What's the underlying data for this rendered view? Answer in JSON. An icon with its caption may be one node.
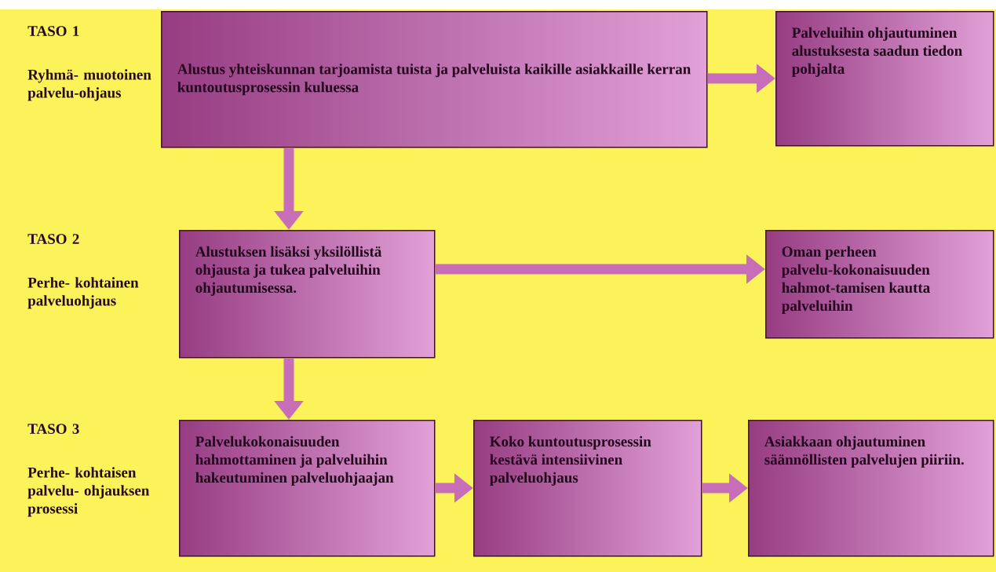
{
  "diagram": {
    "nodes": [
      {
        "text": [
          "Alustus yhteiskunnan tarjoamista tuista ja palveluista kaikille asiakkaille kerran kuntoutusprosessin kuluessa"
        ]
      },
      {
        "text": [
          "Palveluihin ohjautuminen alustuksesta saadun tiedon pohjalta"
        ]
      },
      {
        "text": [
          "Alustuksen lisäksi yksilöllistä ohjausta ja tukea palveluihin ohjautumisessa."
        ]
      },
      {
        "text": [
          "Oman perheen palvelu-kokonaisuuden hahmot-tamisen kautta palveluihin"
        ]
      },
      {
        "text": [
          "Palvelukokonaisuuden hahmottaminen ja palveluihin hakeutuminen palveluohjaajan"
        ]
      },
      {
        "text": [
          "Koko kuntoutusprosessin kestävä intensiivinen palveluohjaus"
        ]
      },
      {
        "text": [
          "Asiakkaan ohjautuminen säännöllisten palvelujen piiriin."
        ]
      }
    ],
    "edges": [
      {
        "from": 0,
        "to": 1,
        "arrow": "to"
      },
      {
        "from": 0,
        "to": 2,
        "arrow": "to"
      },
      {
        "from": 2,
        "to": 3,
        "arrow": "to"
      },
      {
        "from": 2,
        "to": 4,
        "arrow": "to"
      },
      {
        "from": 4,
        "to": 5,
        "arrow": "to"
      },
      {
        "from": 5,
        "to": 6,
        "arrow": "to"
      }
    ],
    "labels": [
      "TASO 1",
      "Ryhmä- muotoinen palvelu-ohjaus",
      "TASO 2",
      "Perhe- kohtainen palveluohjaus",
      "TASO 3",
      "Perhe- kohtaisen palvelu- ohjauksen prosessi"
    ]
  }
}
